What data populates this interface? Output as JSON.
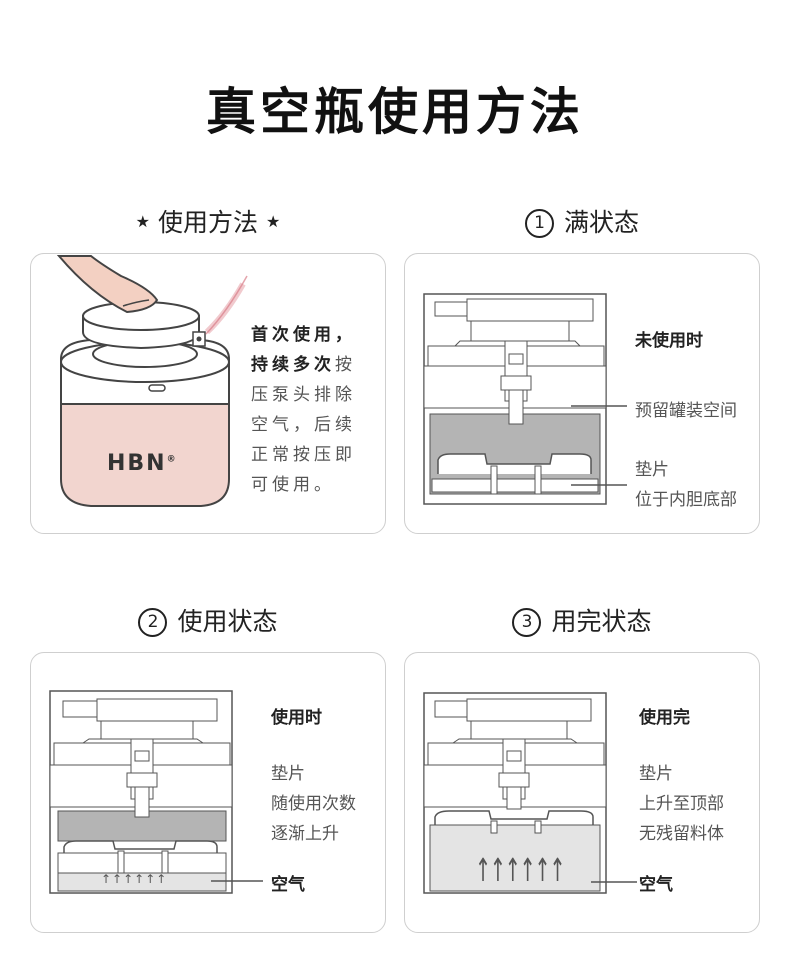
{
  "page": {
    "title": "真空瓶使用方法"
  },
  "sections": {
    "usage": {
      "title": "使用方法",
      "star_left": "★",
      "star_right": "★",
      "brand": "HBN",
      "brand_mark": "®",
      "text_bold": "首次使用，持续多次",
      "text_rest": "按压泵头排除空气，后续正常按压即可使用。"
    },
    "full": {
      "number": "1",
      "title": "满状态",
      "heading": "未使用时",
      "label_space": "预留罐装空间",
      "label_pad_1": "垫片",
      "label_pad_2": "位于内胆底部"
    },
    "in_use": {
      "number": "2",
      "title": "使用状态",
      "heading": "使用时",
      "label_1": "垫片",
      "label_2": "随使用次数",
      "label_3": "逐渐上升",
      "label_air": "空气",
      "arrows": "↑↑↑↑↑↑"
    },
    "empty": {
      "number": "3",
      "title": "用完状态",
      "heading": "使用完",
      "label_1": "垫片",
      "label_2": "上升至顶部",
      "label_3": "无残留料体",
      "label_air": "空气",
      "arrows": "↑↑↑↑↑↑"
    }
  },
  "colors": {
    "jar_pink": "#f2d5cf",
    "product_gray": "#b4b4b4",
    "air_gray": "#e4e4e4",
    "line": "#555555"
  }
}
